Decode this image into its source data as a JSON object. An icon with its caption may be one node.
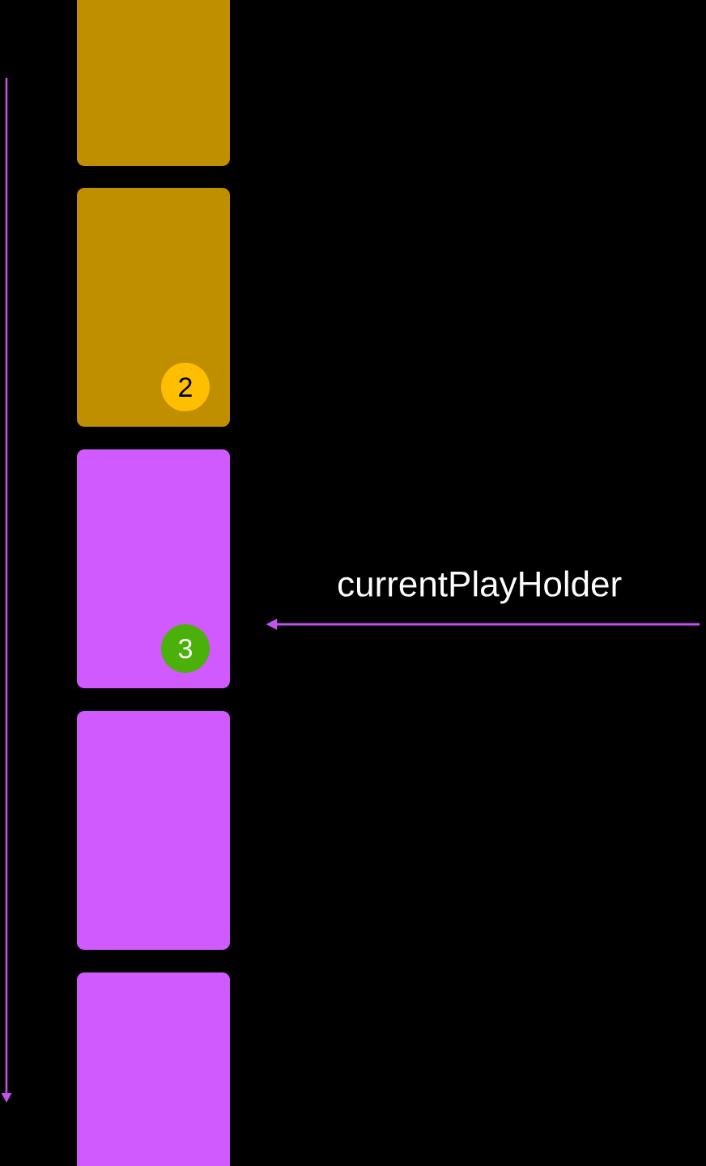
{
  "diagram": {
    "nodes": [
      {
        "text": [],
        "shape": "box"
      },
      {
        "text": [],
        "shape": "box"
      },
      {
        "text": [
          "2"
        ],
        "in": 1
      },
      {
        "text": [],
        "shape": "box"
      },
      {
        "text": [
          "3"
        ],
        "in": 3
      },
      {
        "text": [],
        "shape": "box"
      },
      {
        "text": [],
        "shape": "box"
      }
    ],
    "edges": [
      {
        "from": null,
        "to": 3,
        "arrow": "to",
        "label": "currentPlayHolder"
      }
    ]
  }
}
